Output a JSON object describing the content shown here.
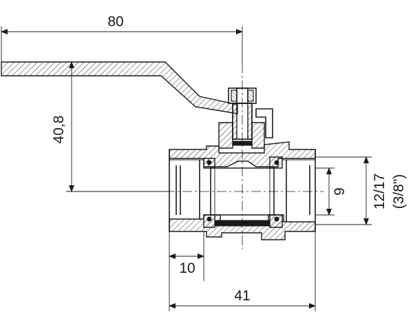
{
  "dimensions": {
    "handle_length": "80",
    "handle_height": "40,8",
    "bore": "9",
    "thread_size_line1": "12/17",
    "thread_size_line2": "(3/8\")",
    "thread_length": "10",
    "body_length": "41"
  }
}
